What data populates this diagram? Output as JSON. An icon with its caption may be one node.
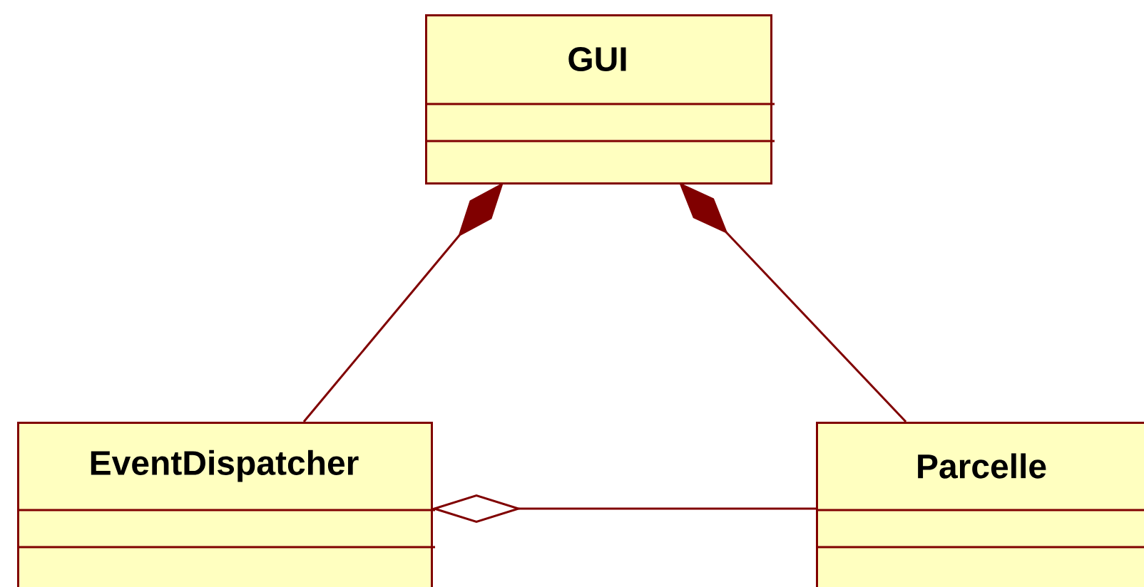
{
  "diagram": {
    "nodes": [
      {
        "text": [
          "GUI"
        ]
      },
      {
        "text": [
          "EventDispatcher"
        ]
      },
      {
        "text": [
          "Parcelle"
        ]
      }
    ],
    "edges": [
      {
        "from": 0,
        "to": 1,
        "arrow": "other"
      },
      {
        "from": 0,
        "to": 2,
        "arrow": "other"
      },
      {
        "from": 1,
        "to": 2,
        "arrow": "other"
      }
    ]
  }
}
